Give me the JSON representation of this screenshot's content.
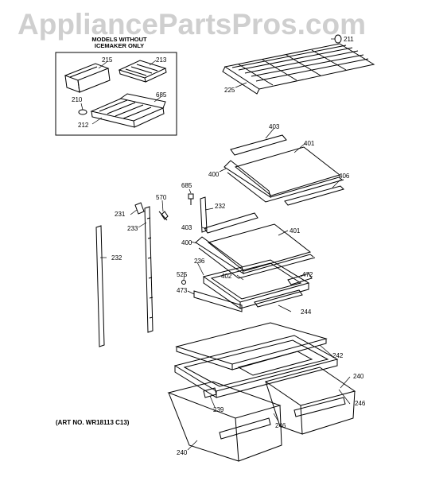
{
  "watermark": "AppliancePartsPros.com",
  "inset_title_line1": "MODELS WITHOUT",
  "inset_title_line2": "ICEMAKER ONLY",
  "art_number": "(ART NO. WR18113 C13)",
  "callouts": [
    {
      "id": "215",
      "text": "215"
    },
    {
      "id": "213",
      "text": "213"
    },
    {
      "id": "210",
      "text": "210"
    },
    {
      "id": "685a",
      "text": "685"
    },
    {
      "id": "212",
      "text": "212"
    },
    {
      "id": "211",
      "text": "211"
    },
    {
      "id": "225",
      "text": "225"
    },
    {
      "id": "403a",
      "text": "403"
    },
    {
      "id": "401a",
      "text": "401"
    },
    {
      "id": "400a",
      "text": "400"
    },
    {
      "id": "406",
      "text": "406"
    },
    {
      "id": "685b",
      "text": "685"
    },
    {
      "id": "570",
      "text": "570"
    },
    {
      "id": "232a",
      "text": "232"
    },
    {
      "id": "231",
      "text": "231"
    },
    {
      "id": "233",
      "text": "233"
    },
    {
      "id": "403b",
      "text": "403"
    },
    {
      "id": "401b",
      "text": "401"
    },
    {
      "id": "400b",
      "text": "400"
    },
    {
      "id": "232b",
      "text": "232"
    },
    {
      "id": "236",
      "text": "236"
    },
    {
      "id": "525",
      "text": "525"
    },
    {
      "id": "402",
      "text": "402"
    },
    {
      "id": "472",
      "text": "472"
    },
    {
      "id": "473",
      "text": "473"
    },
    {
      "id": "244",
      "text": "244"
    },
    {
      "id": "242",
      "text": "242"
    },
    {
      "id": "240a",
      "text": "240"
    },
    {
      "id": "246a",
      "text": "246"
    },
    {
      "id": "239",
      "text": "239"
    },
    {
      "id": "246b",
      "text": "246"
    },
    {
      "id": "240b",
      "text": "240"
    }
  ]
}
